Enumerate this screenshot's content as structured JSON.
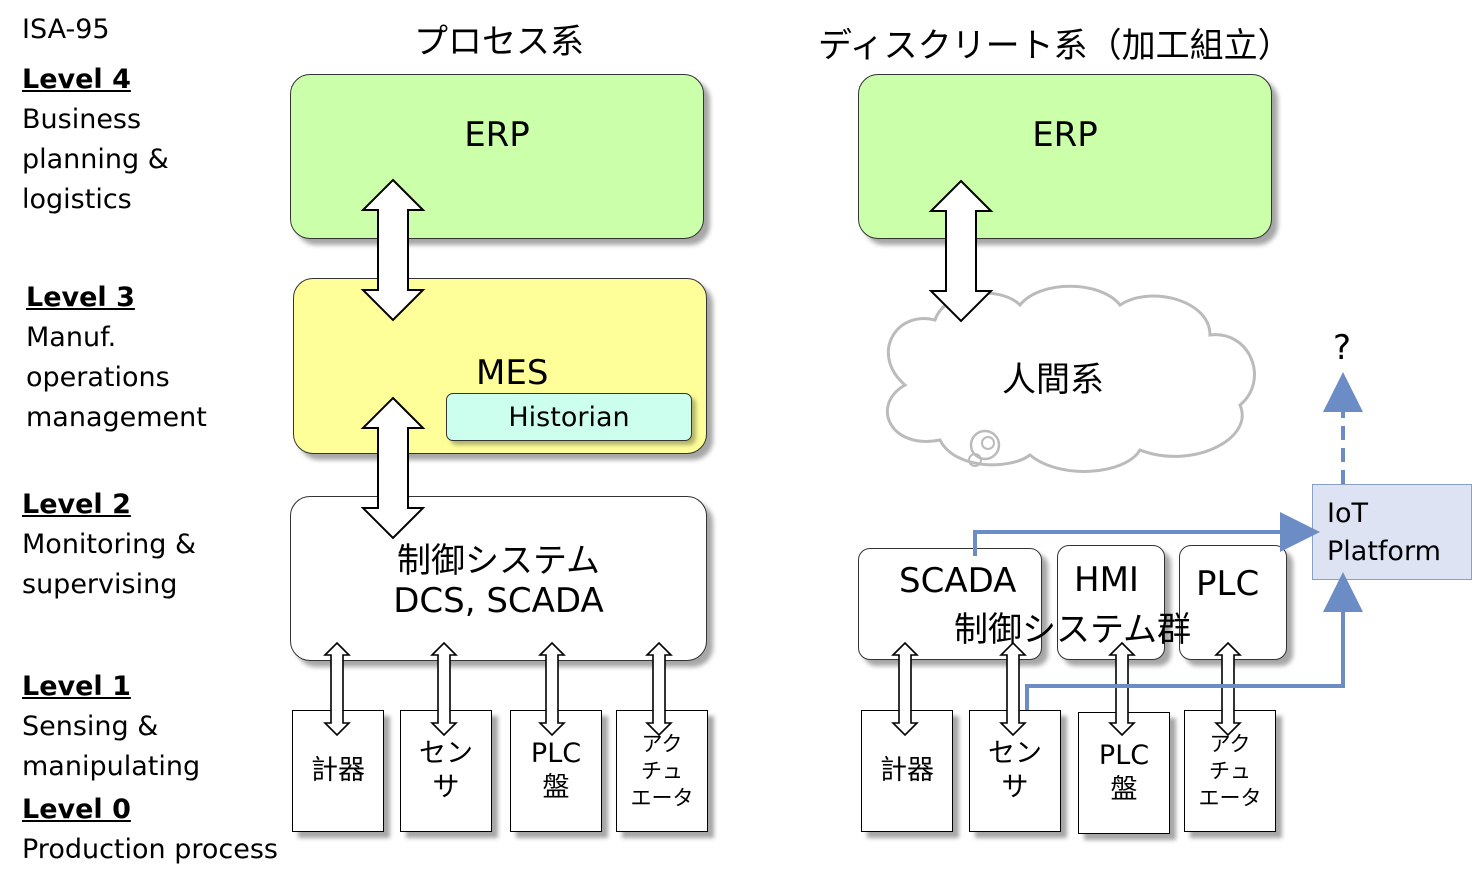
{
  "standard": "ISA-95",
  "levels": {
    "l4": {
      "title": "Level 4",
      "desc": [
        "Business",
        "planning &",
        "logistics"
      ]
    },
    "l3": {
      "title": "Level 3",
      "desc": [
        "Manuf.",
        "operations",
        "management"
      ]
    },
    "l2": {
      "title": "Level 2",
      "desc": [
        "Monitoring &",
        "supervising"
      ]
    },
    "l1": {
      "title": "Level 1",
      "desc": [
        "Sensing &",
        "manipulating"
      ]
    },
    "l0": {
      "title": "Level 0",
      "desc": [
        "Production process"
      ]
    }
  },
  "process": {
    "title": "プロセス系",
    "erp": "ERP",
    "mes": "MES",
    "historian": "Historian",
    "control": {
      "line1": "制御システム",
      "line2": "DCS, SCADA"
    },
    "devices": [
      "計器",
      "セン|サ",
      "PLC|盤",
      "アク|チュ|エータ"
    ]
  },
  "discrete": {
    "title": "ディスクリート系（加工組立）",
    "erp": "ERP",
    "human": "人間系",
    "scada": "SCADA",
    "hmi": "HMI",
    "plc": "PLC",
    "control_group": "制御システム群",
    "iot": {
      "line1": "IoT",
      "line2": "Platform"
    },
    "question": "?",
    "devices": [
      "計器",
      "セン|サ",
      "PLC|盤",
      "アク|チュ|エータ"
    ]
  },
  "colors": {
    "erp": "#ccffaa",
    "mes": "#ffff99",
    "historian": "#ccffee",
    "iot": "#dde3f2",
    "iot_link": "#6b8cc4",
    "cloud": "#bbbbbb"
  }
}
